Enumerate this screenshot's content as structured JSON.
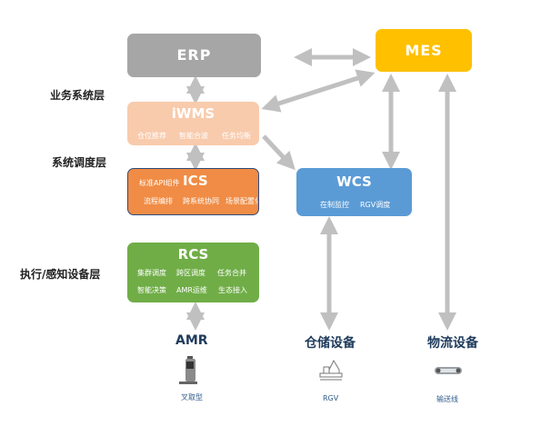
{
  "layers": [
    "业务系统层",
    "系统调度层",
    "执行/感知设备层"
  ],
  "erp": {
    "title": "ERP"
  },
  "mes": {
    "title": "MES"
  },
  "iwms": {
    "title": "iWMS",
    "items": [
      "仓位推荐",
      "智能合波",
      "任务均衡"
    ]
  },
  "ics": {
    "title": "ICS",
    "tag": "标准API组件",
    "items": [
      "流程编排",
      "跨系统协同",
      "场景配置化"
    ]
  },
  "wcs": {
    "title": "WCS",
    "items": [
      "在制监控",
      "RGV调度"
    ]
  },
  "rcs": {
    "title": "RCS",
    "items": [
      "集群调度",
      "跨区调度",
      "任务合并",
      "智能决策",
      "AMR运维",
      "生态接入"
    ]
  },
  "devices": [
    {
      "title": "AMR",
      "icon": "forklift-amr-icon",
      "caption": "叉取型"
    },
    {
      "title": "仓储设备",
      "icon": "rgv-icon",
      "caption": "RGV"
    },
    {
      "title": "物流设备",
      "icon": "conveyor-icon",
      "caption": "输送线"
    }
  ],
  "colors": {
    "erp": "#a6a6a6",
    "mes": "#ffc000",
    "iwms": "#f8cbad",
    "ics": "#f08c45",
    "wcs": "#5b9bd5",
    "rcs": "#70ad47",
    "arrow": "#c0c0c0"
  }
}
